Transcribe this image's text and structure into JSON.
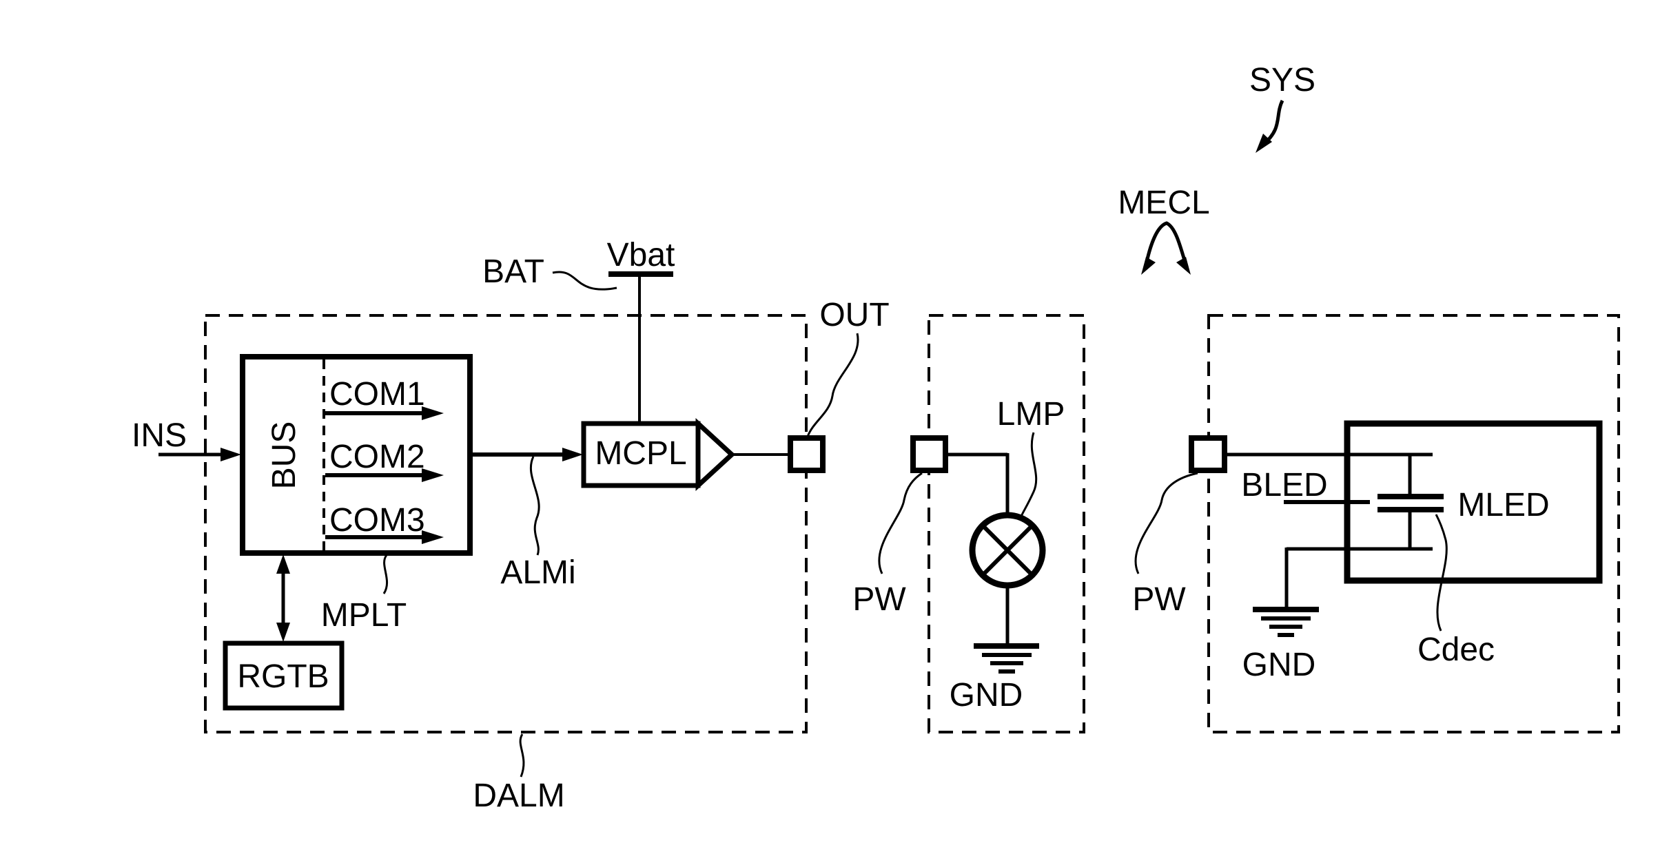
{
  "figure": {
    "kind": "patent-style block diagram",
    "background_color": "#ffffff",
    "ink_color": "#000000"
  },
  "dalm_module": {
    "label": "DALM",
    "input_label": "INS",
    "bus_block": {
      "label": "BUS",
      "channels": [
        "COM1",
        "COM2",
        "COM3"
      ],
      "plate_label": "MPLT"
    },
    "register_block": {
      "label": "RGTB"
    },
    "driver_block": {
      "label": "MCPL"
    },
    "battery": {
      "label": "BAT",
      "rail_label": "Vbat"
    },
    "alarm_signal_label": "ALMi",
    "output_terminal_label": "OUT"
  },
  "lamp_circuit": {
    "terminal_label": "PW",
    "lamp_label": "LMP",
    "ground_label": "GND"
  },
  "led_circuit": {
    "terminal_label": "PW",
    "input_label": "BLED",
    "module_label": "MLED",
    "capacitor_label": "Cdec",
    "ground_label": "GND"
  },
  "system": {
    "label": "SYS",
    "load_group_label": "MECL"
  }
}
